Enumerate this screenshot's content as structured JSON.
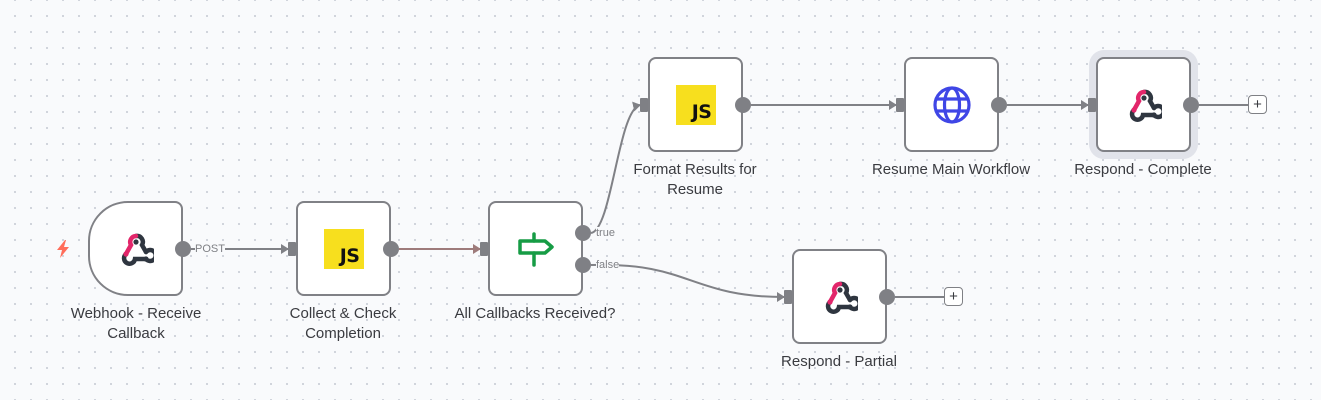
{
  "canvas": {
    "colors": {
      "background": "#f9fafc",
      "edge": "#808186",
      "edge_active": "#9e7b7b",
      "node_border": "#808186",
      "selection_halo": "#e1e3ea",
      "trigger_bolt": "#ff6d5a",
      "webhook_pink": "#e2266a",
      "webhook_dark": "#2f3640",
      "js_yellow": "#f7df1e",
      "if_green": "#169c45",
      "http_blue": "#3f46e6"
    }
  },
  "nodes": [
    {
      "id": "webhook",
      "label_lines": [
        "Webhook - Receive",
        "Callback"
      ],
      "icon": "webhook-icon",
      "type": "trigger",
      "output_label": "POST"
    },
    {
      "id": "collect",
      "label_lines": [
        "Collect & Check",
        "Completion"
      ],
      "icon": "javascript-icon",
      "icon_text": "JS"
    },
    {
      "id": "if",
      "label_lines": [
        "All Callbacks Received?"
      ],
      "icon": "signpost-icon",
      "outputs": [
        "true",
        "false"
      ]
    },
    {
      "id": "format",
      "label_lines": [
        "Format Results for",
        "Resume"
      ],
      "icon": "javascript-icon",
      "icon_text": "JS"
    },
    {
      "id": "resume",
      "label_lines": [
        "Resume Main Workflow"
      ],
      "icon": "globe-icon"
    },
    {
      "id": "respond_complete",
      "label_lines": [
        "Respond - Complete"
      ],
      "icon": "webhook-icon",
      "selected": true
    },
    {
      "id": "respond_partial",
      "label_lines": [
        "Respond - Partial"
      ],
      "icon": "webhook-icon"
    }
  ],
  "connections": [
    {
      "from": "webhook",
      "to": "collect",
      "label": "POST"
    },
    {
      "from": "collect",
      "to": "if"
    },
    {
      "from": "if",
      "output": "true",
      "to": "format"
    },
    {
      "from": "if",
      "output": "false",
      "to": "respond_partial"
    },
    {
      "from": "format",
      "to": "resume"
    },
    {
      "from": "resume",
      "to": "respond_complete"
    }
  ],
  "add_buttons": {
    "symbol": "+"
  }
}
